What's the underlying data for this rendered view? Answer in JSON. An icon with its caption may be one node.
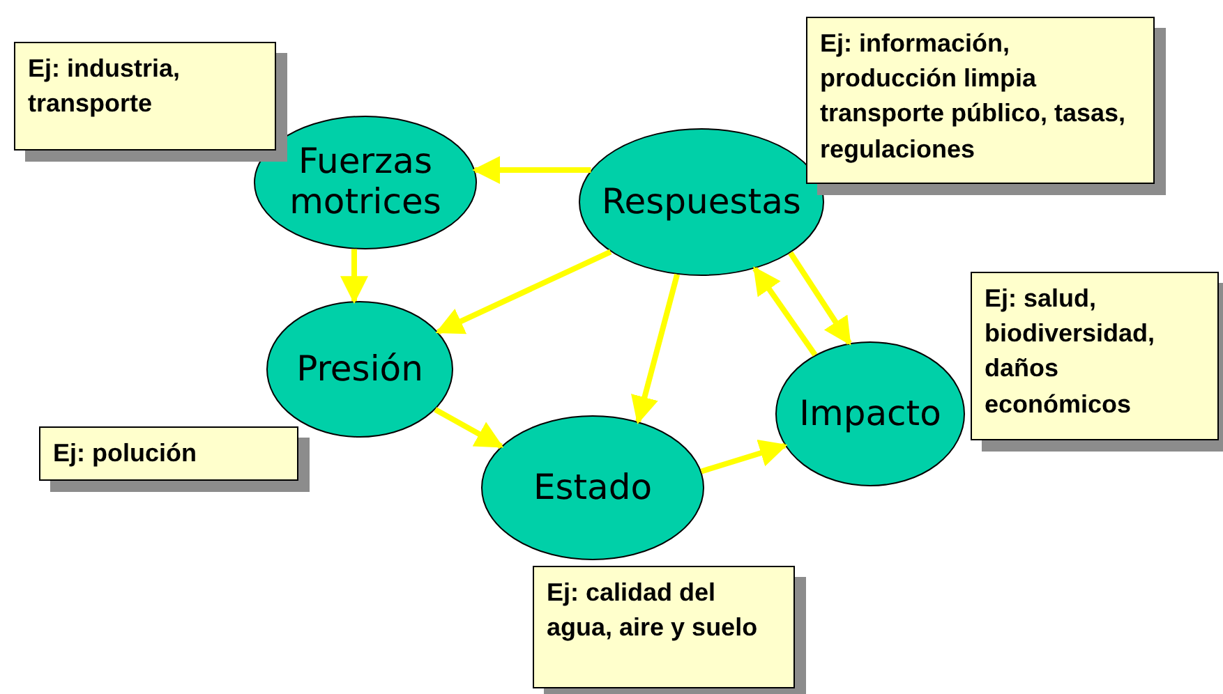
{
  "diagram": {
    "nodes": [
      {
        "text": [
          "Ej: industria, transporte"
        ]
      },
      {
        "text": [
          "Ej: información, producción limpia transporte público, tasas, regulaciones"
        ]
      },
      {
        "text": [
          "Fuerzas motrices"
        ]
      },
      {
        "text": [
          "Respuestas"
        ]
      },
      {
        "text": [
          "Ej: salud, biodiversidad, daños económicos"
        ]
      },
      {
        "text": [
          "Presión"
        ]
      },
      {
        "text": [
          "Impacto"
        ]
      },
      {
        "text": [
          "Ej: polución"
        ]
      },
      {
        "text": [
          "Estado"
        ]
      },
      {
        "text": [
          "Ej: calidad del agua, aire y suelo"
        ]
      }
    ],
    "edges": [
      {
        "from": 3,
        "to": 2,
        "arrow": "to"
      },
      {
        "from": 2,
        "to": 5,
        "arrow": "to"
      },
      {
        "from": 3,
        "to": 5,
        "arrow": "to"
      },
      {
        "from": 3,
        "to": 8,
        "arrow": "to"
      },
      {
        "from": 5,
        "to": 8,
        "arrow": "to"
      },
      {
        "from": 8,
        "to": 6,
        "arrow": "to"
      },
      {
        "from": 6,
        "to": 3,
        "arrow": "to"
      },
      {
        "from": 3,
        "to": 6,
        "arrow": "to"
      }
    ]
  }
}
